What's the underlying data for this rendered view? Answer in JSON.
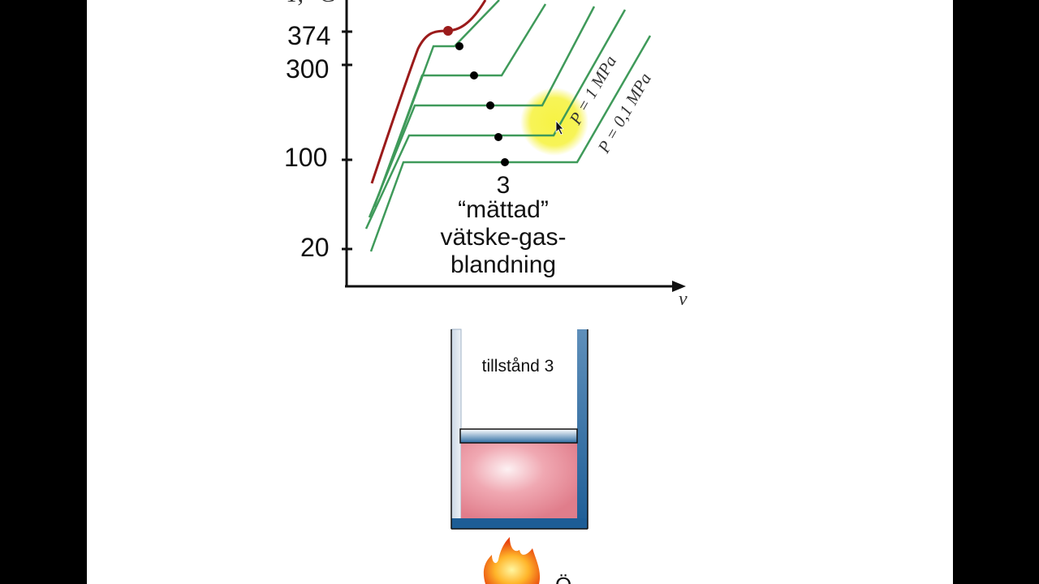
{
  "diagram": {
    "axis_y_label": "T, °C",
    "axis_x_label": "v",
    "y_ticks": [
      "374",
      "300",
      "100",
      "20"
    ],
    "isobar_labels": [
      "P = 1 MPa",
      "P = 0,1 MPa"
    ],
    "state_number": "3",
    "state_description": [
      "“mättad”",
      "vätske-gas-",
      "blandning"
    ],
    "cylinder_label": "tillstånd 3",
    "burner_label": "Ö",
    "colors": {
      "isobar": "#3f9a5a",
      "critical_isobar": "#9b1b1b",
      "highlight": "#f4f040",
      "cylinder_wall": "#1d5d96",
      "fluid": "#e58592"
    }
  }
}
